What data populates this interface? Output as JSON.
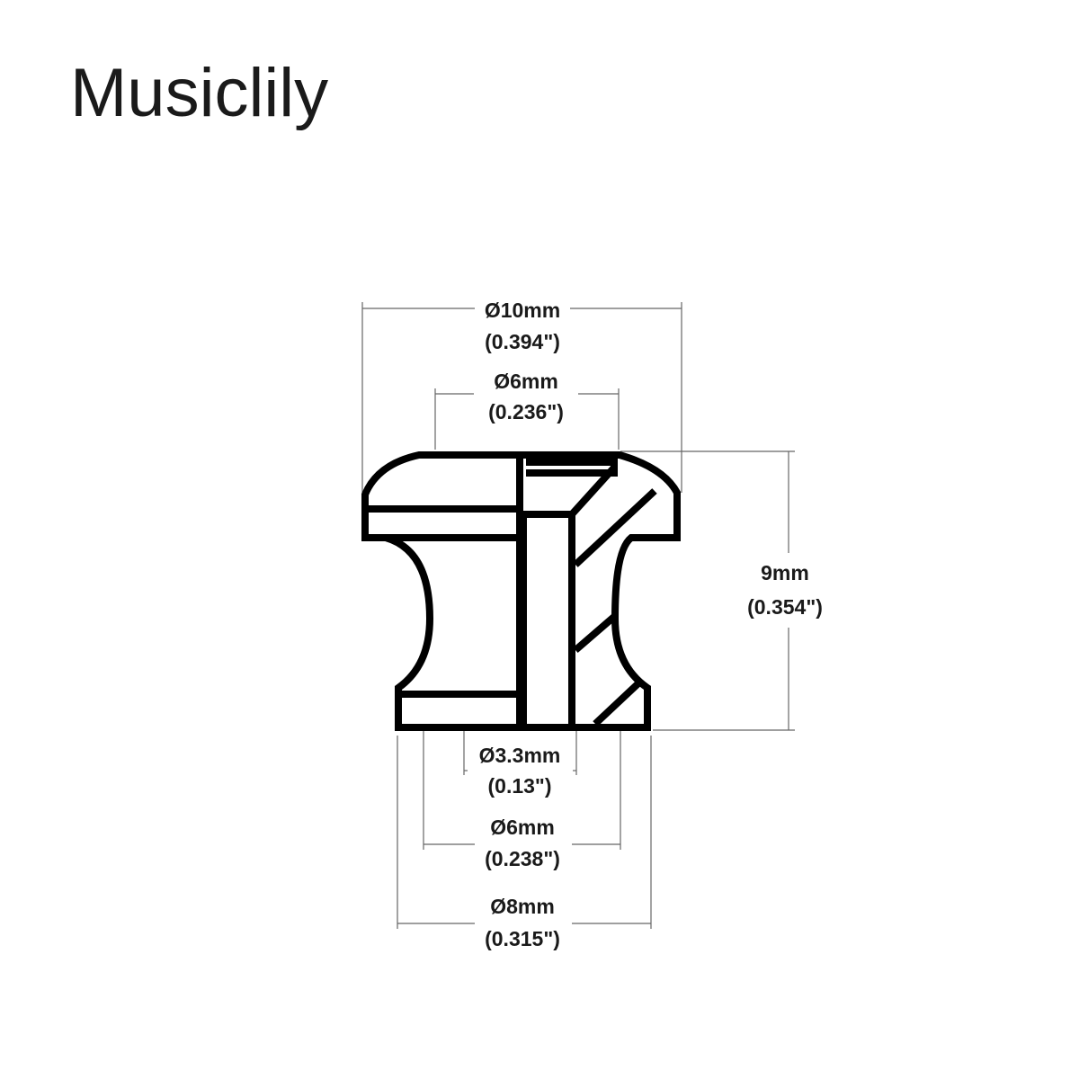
{
  "brand": "Musiclily",
  "dimensions": {
    "top_outer": {
      "metric": "Ø10mm",
      "imperial": "(0.394\")"
    },
    "top_inner": {
      "metric": "Ø6mm",
      "imperial": "(0.236\")"
    },
    "height": {
      "metric": "9mm",
      "imperial": "(0.354\")"
    },
    "hole": {
      "metric": "Ø3.3mm",
      "imperial": "(0.13\")"
    },
    "waist": {
      "metric": "Ø6mm",
      "imperial": "(0.238\")"
    },
    "base": {
      "metric": "Ø8mm",
      "imperial": "(0.315\")"
    }
  }
}
